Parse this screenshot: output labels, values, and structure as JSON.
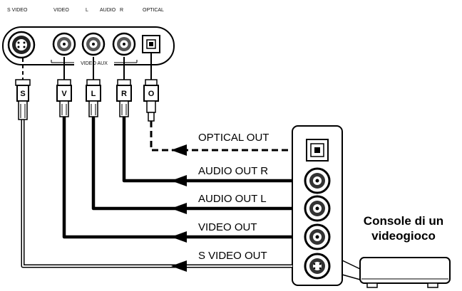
{
  "panel": {
    "labels": {
      "svideo": "S VIDEO",
      "video": "VIDEO",
      "audio_l": "L",
      "audio": "AUDIO",
      "audio_r": "R",
      "optical": "OPTICAL",
      "group": "VIDEO AUX"
    }
  },
  "plugs": {
    "s": "S",
    "v": "V",
    "l": "L",
    "r": "R",
    "o": "O"
  },
  "console": {
    "outputs": {
      "optical": "OPTICAL OUT",
      "audio_r": "AUDIO OUT R",
      "audio_l": "AUDIO OUT L",
      "video": "VIDEO OUT",
      "svideo": "S VIDEO OUT"
    },
    "title_line1": "Console di un",
    "title_line2": "videogioco"
  }
}
